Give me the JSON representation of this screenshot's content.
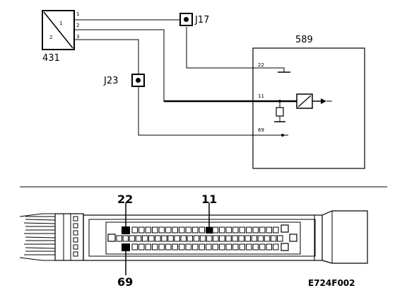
{
  "schematic": {
    "sensor": {
      "id": "431",
      "pins": [
        "1",
        "2",
        "3"
      ]
    },
    "ecu": {
      "id": "589",
      "pins": [
        "22",
        "11",
        "69"
      ]
    },
    "junctions": [
      "J17",
      "J23"
    ]
  },
  "connector": {
    "callouts": [
      "22",
      "11",
      "69"
    ]
  },
  "figure_code": "E724F002"
}
